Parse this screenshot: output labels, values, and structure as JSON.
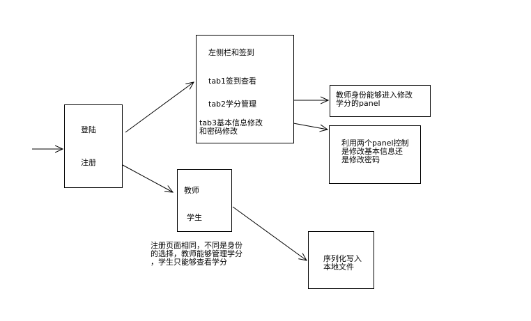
{
  "login_box": {
    "login": "登陆",
    "register": "注册"
  },
  "main_box": {
    "sidebar_signin": "左侧栏和签到",
    "tab1": "tab1签到查看",
    "tab2": "tab2学分管理",
    "tab3_line1": "tab3基本信息修改",
    "tab3_line2": "和密码修改"
  },
  "teacher_panel_box": {
    "line1": "教师身份能够进入修改",
    "line2": "学分的panel"
  },
  "two_panels_box": {
    "line1": "利用两个panel控制",
    "line2": "是修改基本信息还",
    "line3": "是修改密码"
  },
  "role_box": {
    "teacher": "教师",
    "student": "学生"
  },
  "role_note": {
    "line1": "注册页面相同，不同是身份",
    "line2": "的选择，教师能够管理学分",
    "line3": "，学生只能够查看学分"
  },
  "serialize_box": {
    "line1": "序列化写入",
    "line2": "本地文件"
  }
}
